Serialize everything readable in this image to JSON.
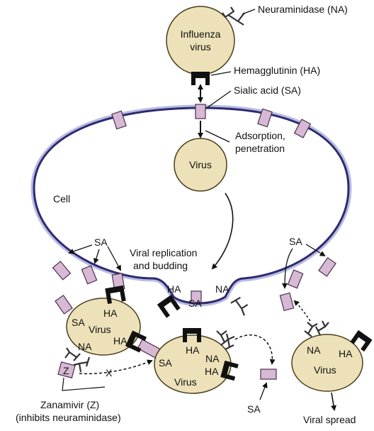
{
  "colors": {
    "virus_fill": "#ece1b8",
    "virus_stroke": "#4a3f1c",
    "cell_stroke": "#2d2a73",
    "cell_glow": "#b9bde0",
    "sialic_acid_fill": "#d7b9d6",
    "sialic_acid_stroke": "#4a2e48",
    "hemagglutinin": "#111111",
    "neuraminidase_stroke": "#333333"
  },
  "labels": {
    "neuraminidase": "Neuraminidase (NA)",
    "influenza_virus_line1": "Influenza",
    "influenza_virus_line2": "virus",
    "hemagglutinin": "Hemagglutinin (HA)",
    "sialic_acid": "Sialic acid (SA)",
    "adsorption_line1": "Adsorption,",
    "adsorption_line2": "penetration",
    "virus": "Virus",
    "cell": "Cell",
    "sa": "SA",
    "ha": "HA",
    "na": "NA",
    "replication_line1": "Viral replication",
    "replication_line2": "and budding",
    "x_mark": "X",
    "z": "Z",
    "zanamivir_line1": "Zanamivir (Z)",
    "zanamivir_line2": "(inhibits neuraminidase)",
    "viral_spread": "Viral spread"
  }
}
